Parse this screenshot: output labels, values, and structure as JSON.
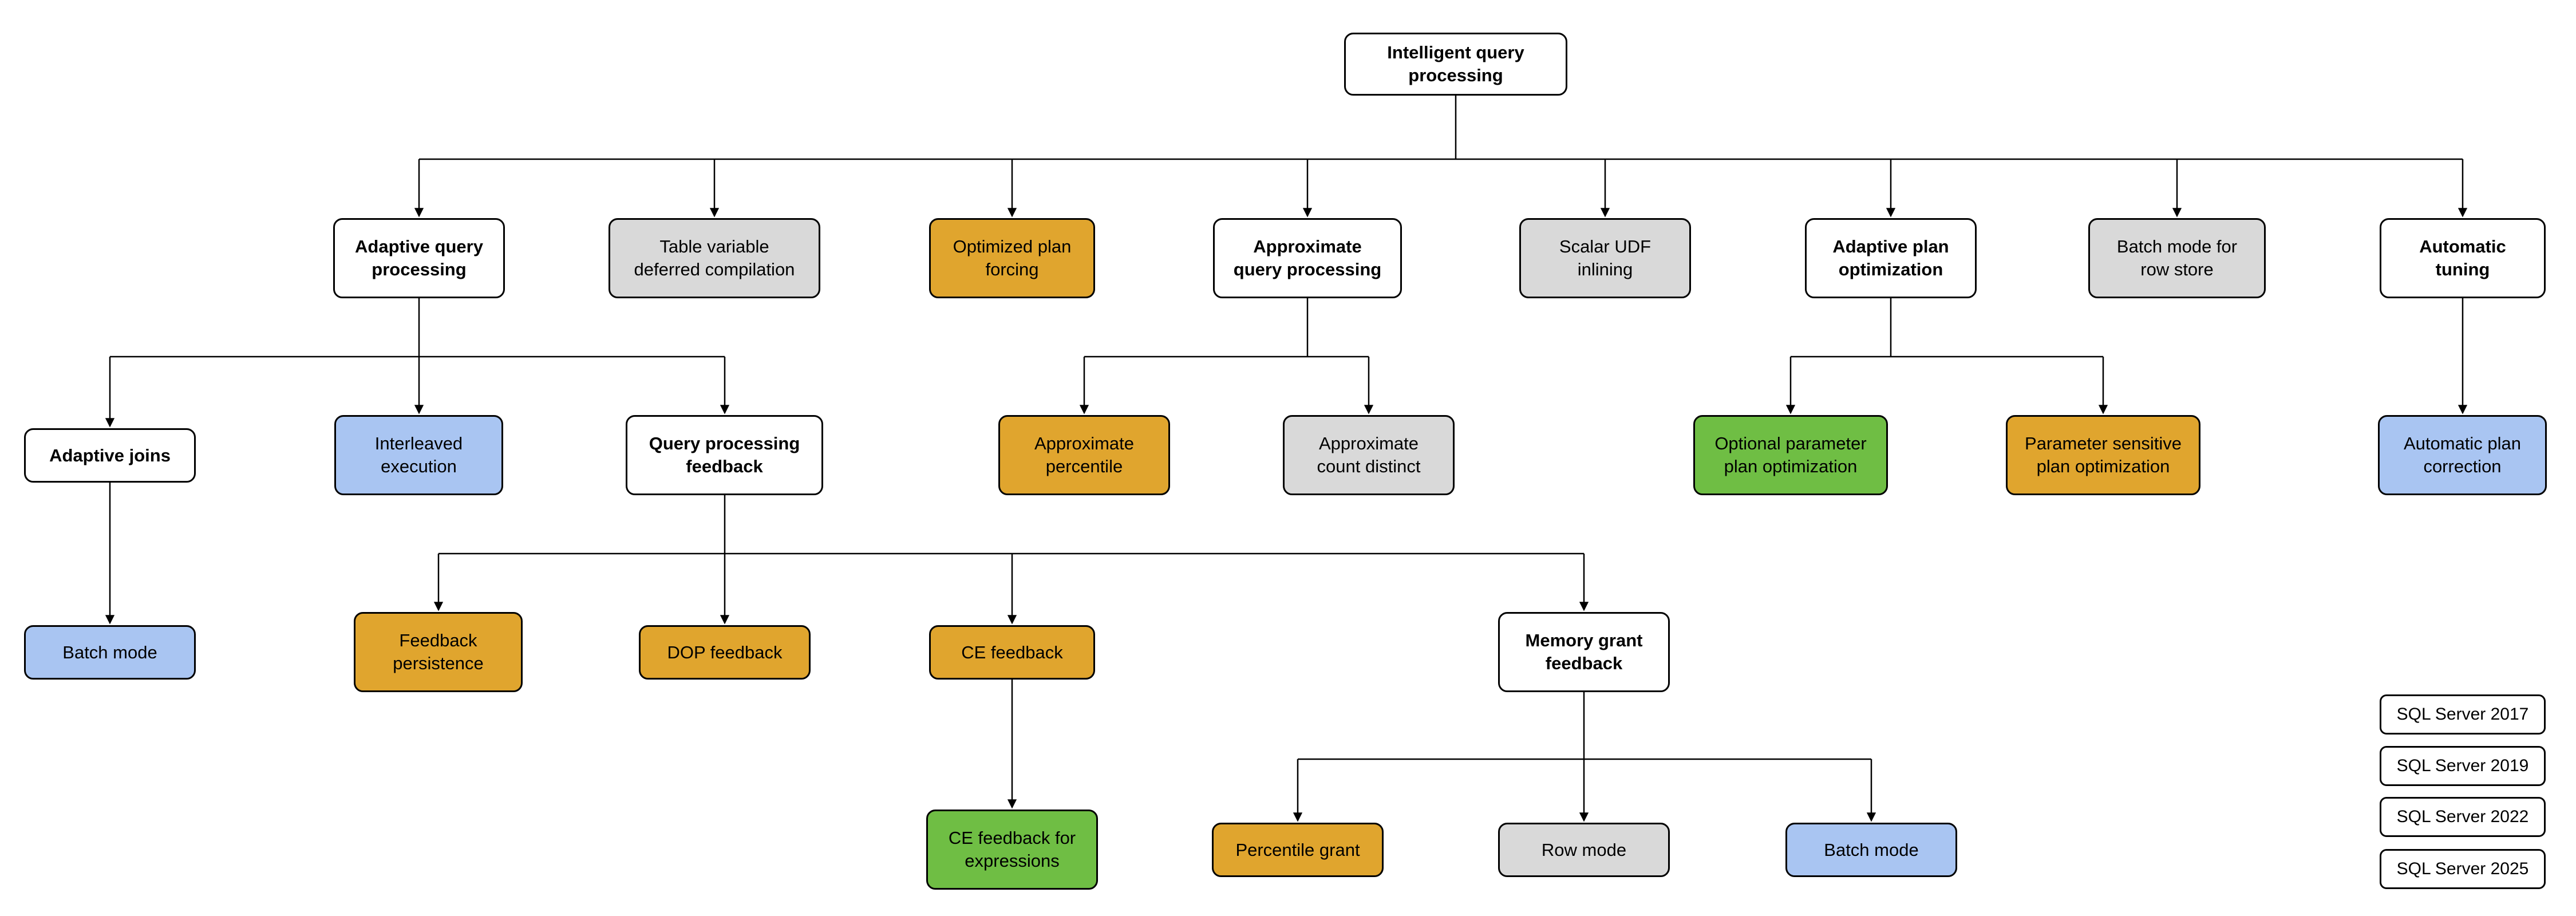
{
  "nodes": {
    "root": "Intelligent query\nprocessing",
    "adaptive_query_processing": "Adaptive query\nprocessing",
    "table_variable_deferred_compilation": "Table variable\ndeferred compilation",
    "optimized_plan_forcing": "Optimized plan\nforcing",
    "approximate_query_processing": "Approximate\nquery processing",
    "scalar_udf_inlining": "Scalar UDF\ninlining",
    "adaptive_plan_optimization": "Adaptive plan\noptimization",
    "batch_mode_row_store": "Batch mode for\nrow store",
    "automatic_tuning": "Automatic\ntuning",
    "adaptive_joins": "Adaptive joins",
    "interleaved_execution": "Interleaved\nexecution",
    "query_processing_feedback": "Query processing\nfeedback",
    "approximate_percentile": "Approximate\npercentile",
    "approximate_count_distinct": "Approximate\ncount distinct",
    "optional_parameter_plan_optimization": "Optional parameter\nplan optimization",
    "parameter_sensitive_plan_optimization": "Parameter sensitive\nplan optimization",
    "automatic_plan_correction": "Automatic plan\ncorrection",
    "batch_mode_adaptive_joins": "Batch mode",
    "feedback_persistence": "Feedback\npersistence",
    "dop_feedback": "DOP feedback",
    "ce_feedback": "CE feedback",
    "memory_grant_feedback": "Memory grant\nfeedback",
    "ce_feedback_for_expressions": "CE feedback for\nexpressions",
    "percentile_grant": "Percentile grant",
    "row_mode": "Row mode",
    "batch_mode_memory_grant": "Batch mode"
  },
  "legend": {
    "items": [
      {
        "label": "SQL Server 2017",
        "color": "#A9C5F2"
      },
      {
        "label": "SQL Server 2019",
        "color": "#D9D9D9"
      },
      {
        "label": "SQL Server 2022",
        "color": "#E0A52E"
      },
      {
        "label": "SQL Server 2025",
        "color": "#6FBE44"
      }
    ]
  },
  "colors": {
    "category_box": "#FFFFFF",
    "sql2017": "#A9C5F2",
    "sql2019": "#D9D9D9",
    "sql2022": "#E0A52E",
    "sql2025": "#6FBE44",
    "border": "#000000",
    "connector": "#000000",
    "background": "#FFFFFF"
  }
}
